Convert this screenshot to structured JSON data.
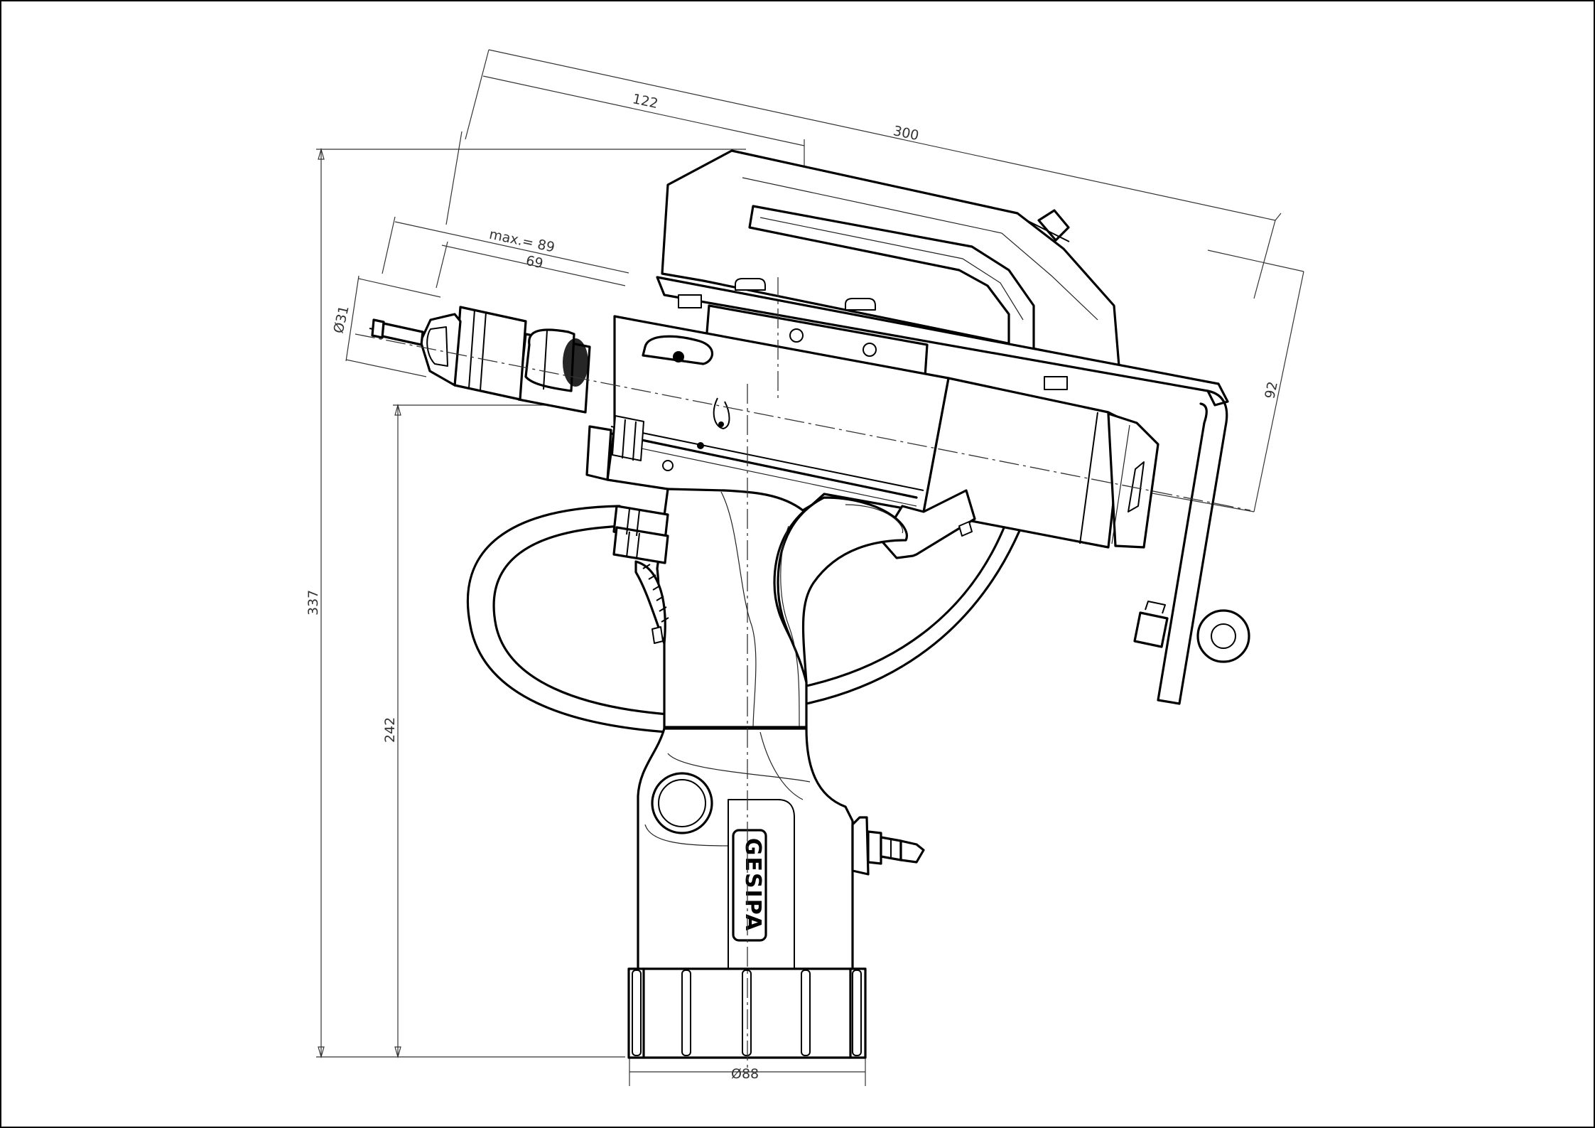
{
  "brand": "GESIPA",
  "dimensions": {
    "overall_length": "300",
    "head_offset": "122",
    "max_stroke": "max.= 89",
    "stroke": "69",
    "nose_diameter": "Ø31",
    "bracket_height": "92",
    "total_height": "337",
    "axis_height": "242",
    "base_diameter": "Ø88"
  }
}
